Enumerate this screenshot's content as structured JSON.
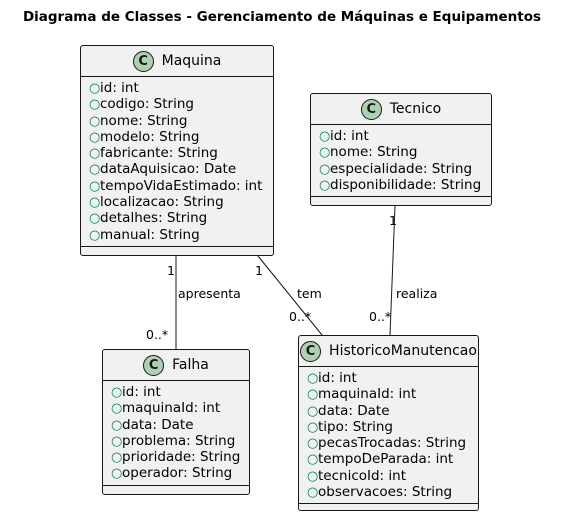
{
  "title": "Diagrama de Classes - Gerenciamento de Máquinas e Equipamentos",
  "classes": {
    "maquina": {
      "stereotype": "C",
      "name": "Maquina",
      "attributes": [
        "id: int",
        "codigo: String",
        "nome: String",
        "modelo: String",
        "fabricante: String",
        "dataAquisicao: Date",
        "tempoVidaEstimado: int",
        "localizacao: String",
        "detalhes: String",
        "manual: String"
      ]
    },
    "tecnico": {
      "stereotype": "C",
      "name": "Tecnico",
      "attributes": [
        "id: int",
        "nome: String",
        "especialidade: String",
        "disponibilidade: String"
      ]
    },
    "falha": {
      "stereotype": "C",
      "name": "Falha",
      "attributes": [
        "id: int",
        "maquinaId: int",
        "data: Date",
        "problema: String",
        "prioridade: String",
        "operador: String"
      ]
    },
    "historico": {
      "stereotype": "C",
      "name": "HistoricoManutencao",
      "attributes": [
        "id: int",
        "maquinaId: int",
        "data: Date",
        "tipo: String",
        "pecasTrocadas: String",
        "tempoDeParada: int",
        "tecnicoId: int",
        "observacoes: String"
      ]
    }
  },
  "visibility_symbol": "○",
  "relations": {
    "apresenta": {
      "label": "apresenta",
      "from_mult": "1",
      "to_mult": "0..*"
    },
    "tem": {
      "label": "tem",
      "from_mult": "1",
      "to_mult": "0..*"
    },
    "realiza": {
      "label": "realiza",
      "from_mult": "1",
      "to_mult": "0..*"
    }
  },
  "colors": {
    "class_fill": "#f1f1f1",
    "badge_fill": "#add1b2",
    "border": "#181818",
    "visibility": "#038048"
  }
}
